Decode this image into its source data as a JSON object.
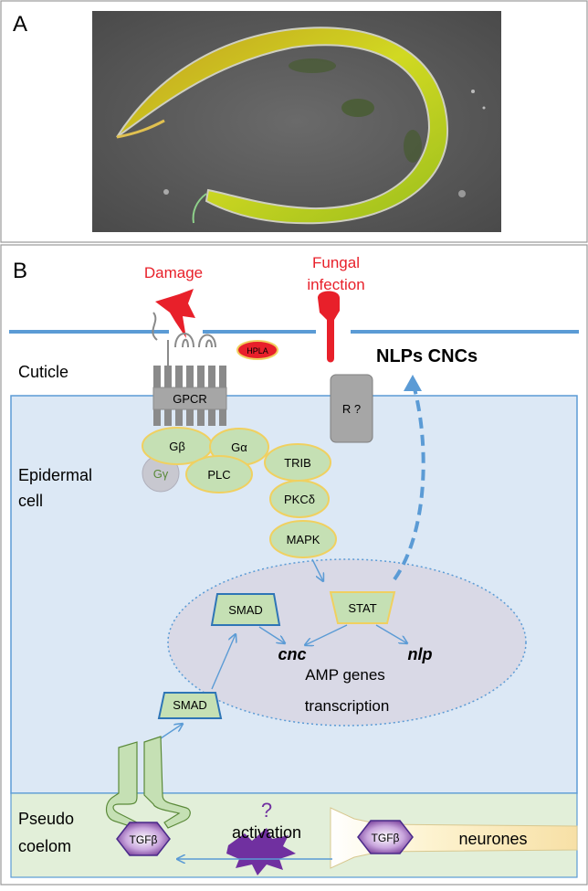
{
  "panel_a": {
    "label": "A"
  },
  "panel_b": {
    "label": "B",
    "stimuli": {
      "damage": "Damage",
      "fungal_line1": "Fungal",
      "fungal_line2": "infection"
    },
    "hpla": "HPLA",
    "output": "NLPs CNCs",
    "regions": {
      "cuticle": "Cuticle",
      "epidermal_line1": "Epidermal",
      "epidermal_line2": "cell",
      "pseudo_line1": "Pseudo",
      "pseudo_line2": "coelom"
    },
    "nodes": {
      "gpcr": "GPCR",
      "g_beta": "Gβ",
      "g_alpha": "Gα",
      "g_gamma": "Gγ",
      "plc": "PLC",
      "trib": "TRIB",
      "pkc": "PKCδ",
      "mapk": "MAPK",
      "receptor": "R ?",
      "smad_nuclear": "SMAD",
      "smad_cyto": "SMAD",
      "stat": "STAT",
      "cnc": "cnc",
      "nlp": "nlp",
      "amp_line1": "AMP genes",
      "amp_line2": "transcription",
      "tgfb_left": "TGFβ",
      "tgfb_right": "TGFβ",
      "activation": "activation",
      "question": "?",
      "neurones": "neurones"
    },
    "colors": {
      "red": "#e8202a",
      "membrane": "#5b9bd5",
      "cell_fill": "#dce8f5",
      "coelom_fill": "#e2efd9",
      "node_green": "#c5e0b4",
      "node_green_stroke": "#f0d060",
      "nucleus_fill": "#d9d9e6",
      "purple": "#7030a0"
    }
  }
}
